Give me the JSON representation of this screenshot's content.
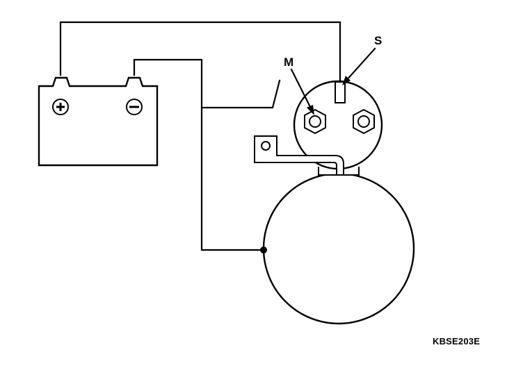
{
  "labels": {
    "s_terminal": "S",
    "m_terminal": "M"
  },
  "figure_code": "KBSE203E",
  "colors": {
    "line": "#000000",
    "background": "#ffffff"
  },
  "icons": {
    "positive_terminal": "plus-icon",
    "negative_terminal": "minus-icon"
  }
}
